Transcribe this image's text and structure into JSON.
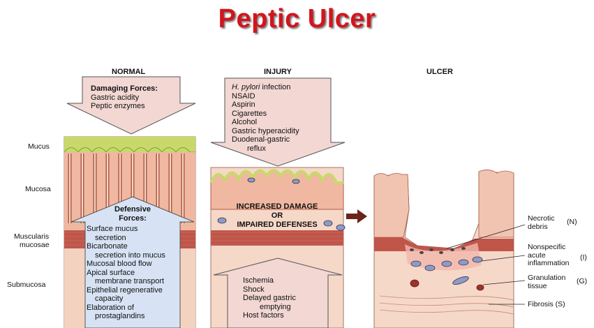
{
  "title": "Peptic Ulcer",
  "columns": {
    "normal": "NORMAL",
    "injury": "INJURY",
    "ulcer": "ULCER"
  },
  "layers": {
    "mucus": "Mucus",
    "mucosa": "Mucosa",
    "muscularis": "Muscularis",
    "mucosae": "mucosae",
    "submucosa": "Submucosa"
  },
  "damaging": {
    "heading": "Damaging Forces:",
    "items": [
      "Gastric acidity",
      "Peptic enzymes"
    ]
  },
  "defensive": {
    "heading1": "Defensive",
    "heading2": "Forces:",
    "lines": [
      "Surface mucus",
      "secretion",
      "Bicarbonate",
      "secretion into mucus",
      "Mucosal blood flow",
      "Apical surface",
      "membrane transport",
      "Epithelial regenerative",
      "capacity",
      "Elaboration of",
      "prostaglandins"
    ]
  },
  "injury_top": {
    "first_italic": "H. pylori",
    "first_rest": " infection",
    "lines": [
      "NSAID",
      "Aspirin",
      "Cigarettes",
      "Alcohol",
      "Gastric hyperacidity",
      "Duodenal-gastric",
      "reflux"
    ]
  },
  "injury_center": {
    "line1": "INCREASED DAMAGE",
    "line2": "OR",
    "line3": "IMPAIRED DEFENSES"
  },
  "injury_bottom": {
    "lines": [
      "Ischemia",
      "Shock",
      "Delayed gastric",
      "emptying",
      "Host factors"
    ]
  },
  "ulcer_labels": {
    "necrotic1": "Necrotic",
    "necrotic2": "debris",
    "necrotic_code": "(N)",
    "nonspecific1": "Nonspecific",
    "nonspecific2": "acute",
    "nonspecific3": "inflammation",
    "nonspecific_code": "(I)",
    "granulation1": "Granulation",
    "granulation2": "tissue",
    "granulation_code": "(G)",
    "fibrosis": "Fibrosis (S)"
  },
  "colors": {
    "title": "#d4141c",
    "mucus": "#c8d96a",
    "mucosa": "#f0b8a0",
    "muscularis": "#c0554a",
    "submucosa": "#f6d8c8",
    "arrow_fill": "#f2d7d3",
    "defense_fill": "#d7e3f4",
    "ulcer_arrow": "#6b2418"
  }
}
